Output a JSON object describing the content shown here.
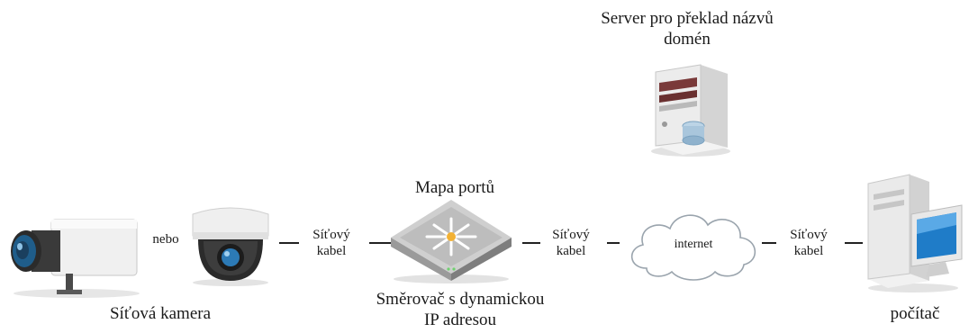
{
  "server": {
    "label_line1": "Server pro překlad názvů",
    "label_line2": "domén"
  },
  "port_map": {
    "label": "Mapa portů"
  },
  "router": {
    "label_line1": "Směrovač s dynamickou",
    "label_line2": "IP adresou"
  },
  "camera": {
    "label": "Síťová kamera",
    "or_text": "nebo"
  },
  "cable1": {
    "line1": "Síťový",
    "line2": "kabel"
  },
  "cable2": {
    "line1": "Síťový",
    "line2": "kabel"
  },
  "cable3": {
    "line1": "Síťový",
    "line2": "kabel"
  },
  "internet": {
    "label": "internet"
  },
  "computer": {
    "label": "počítač"
  }
}
